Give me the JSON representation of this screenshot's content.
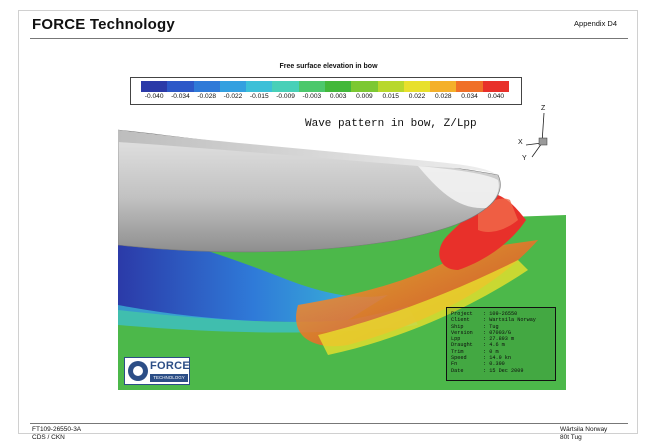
{
  "header": {
    "company": "FORCE Technology",
    "appendix": "Appendix D4"
  },
  "colorbar": {
    "title": "Free surface elevation in bow",
    "ticks": [
      "-0.040",
      "-0.034",
      "-0.028",
      "-0.022",
      "-0.015",
      "-0.009",
      "-0.003",
      "0.003",
      "0.009",
      "0.015",
      "0.022",
      "0.028",
      "0.034",
      "0.040"
    ],
    "colors": [
      "#2b3aa8",
      "#2d58c8",
      "#2f7ad8",
      "#33a0e0",
      "#3cc0d8",
      "#48d0b8",
      "#4cc86c",
      "#42b83a",
      "#7cc832",
      "#b8d82c",
      "#e8e02c",
      "#f4b02a",
      "#f07028",
      "#e8302a"
    ]
  },
  "scene": {
    "title": "Wave pattern in bow, Z/Lpp",
    "axes": {
      "z": "Z",
      "x": "X",
      "y": "Y"
    },
    "colors": {
      "hull": "#cfcfcf",
      "water_neutral": "#4cb84a",
      "water_low": "#2b3aa8",
      "water_high": "#e8302a"
    }
  },
  "info": [
    {
      "key": "Project",
      "val": ": 109-26550"
    },
    {
      "key": "Client",
      "val": ": Wartsila Norway"
    },
    {
      "key": "Ship",
      "val": ": Tug"
    },
    {
      "key": "Version",
      "val": ": 07003/G"
    },
    {
      "key": "Lpp",
      "val": ": 27.893 m"
    },
    {
      "key": "Draught",
      "val": ": 4.6 m"
    },
    {
      "key": "Trim",
      "val": ": 0 m"
    },
    {
      "key": "Speed",
      "val": ": 14.9 kn"
    },
    {
      "key": "Fn",
      "val": ": 0.390"
    },
    {
      "key": "Date",
      "val": ": 15 Dec 2009"
    }
  ],
  "logo": {
    "word": "FORCE",
    "sub": "TECHNOLOGY"
  },
  "footer": {
    "left_line1": "FT109-26550-3A",
    "left_line2": "CDS / CKN",
    "right_line1": "Wärtsila Norway",
    "right_line2": "80t Tug"
  }
}
